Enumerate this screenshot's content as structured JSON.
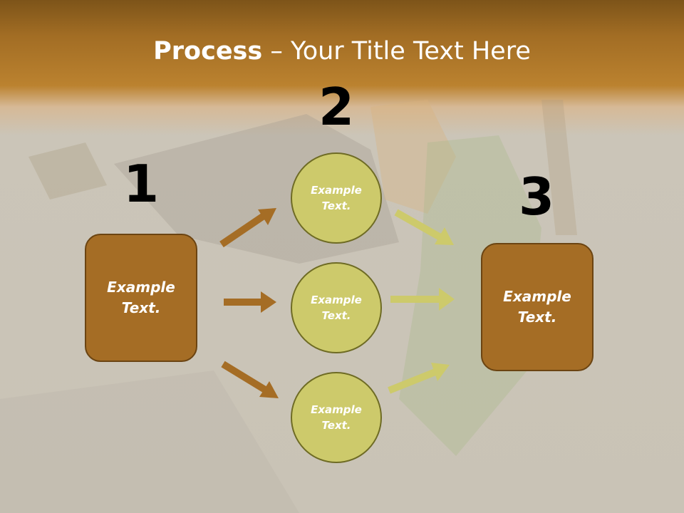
{
  "slide": {
    "title_bold": "Process",
    "title_rest": " – Your Title Text Here",
    "numbers": {
      "one": "1",
      "two": "2",
      "three": "3"
    },
    "left_box": {
      "line1": "Example",
      "line2": "Text."
    },
    "right_box": {
      "line1": "Example",
      "line2": "Text."
    },
    "circles": [
      {
        "line1": "Example",
        "line2": "Text."
      },
      {
        "line1": "Example",
        "line2": "Text."
      },
      {
        "line1": "Example",
        "line2": "Text."
      }
    ]
  },
  "colors": {
    "box_fill": "#a56d25",
    "circle_fill": "#cdca6b",
    "brown_arrow": "#a56d25",
    "green_arrow": "#cdca6b",
    "header_band": "#bb822f"
  }
}
